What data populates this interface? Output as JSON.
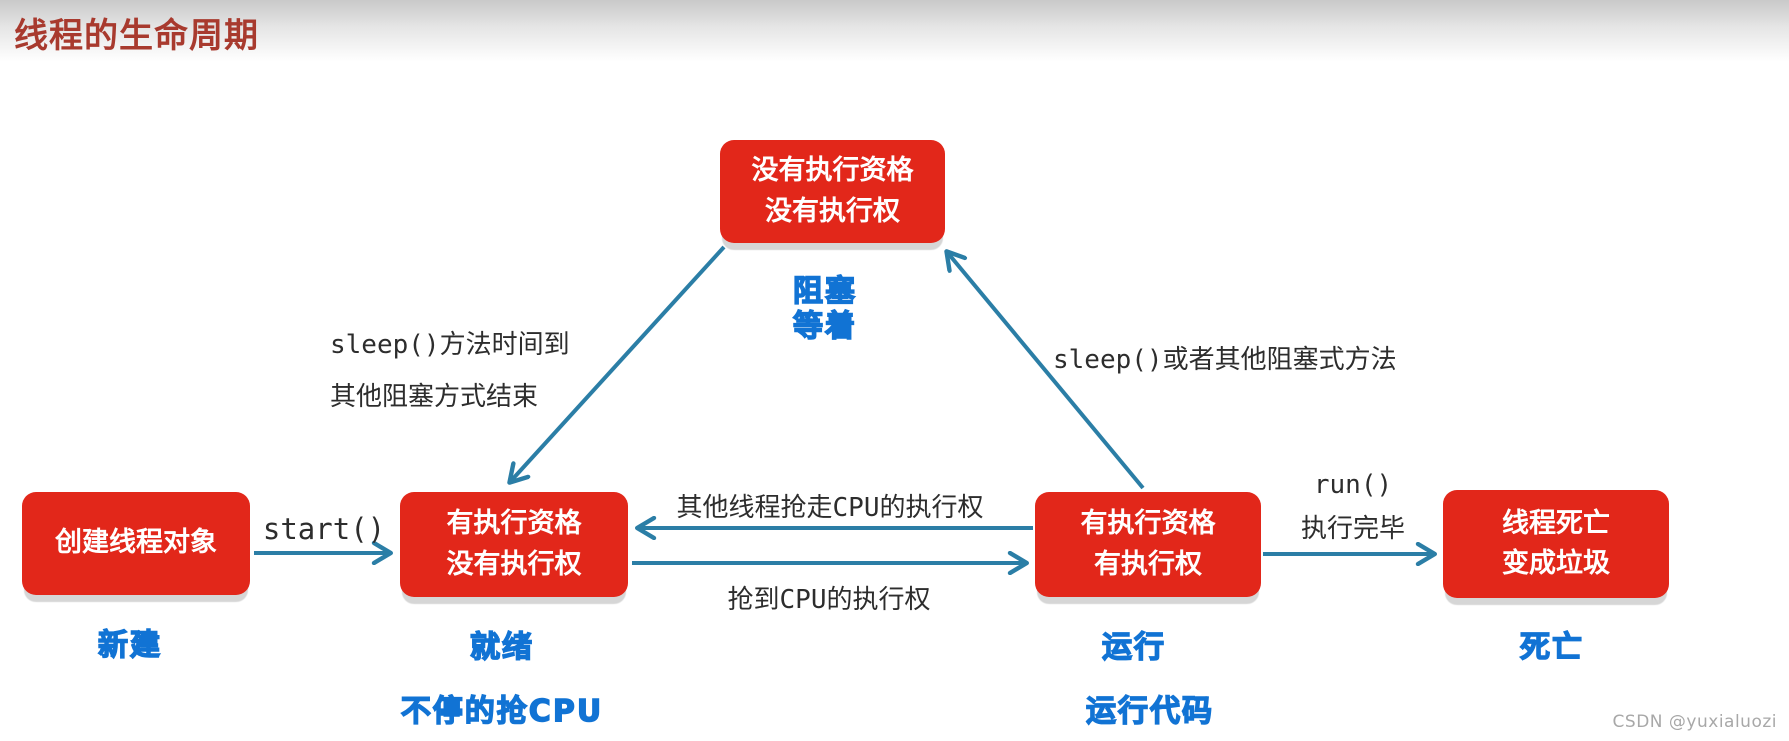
{
  "page": {
    "title": "线程的生命周期",
    "watermark": "CSDN @yuxialuozi"
  },
  "colors": {
    "title": "#a83a2e",
    "node_fill": "#e2271a",
    "node_text": "#ffffff",
    "arrow": "#2b7ea6",
    "blue_label": "#1173d4",
    "black_label": "#2d2d2d"
  },
  "nodes": {
    "blocked": {
      "line1": "没有执行资格",
      "line2": "没有执行权",
      "sub1": "阻塞",
      "sub2": "等着"
    },
    "new": {
      "line1": "创建线程对象",
      "sub1": "新建"
    },
    "ready": {
      "line1": "有执行资格",
      "line2": "没有执行权",
      "sub1": "就绪",
      "sub2": "不停的抢CPU"
    },
    "running": {
      "line1": "有执行资格",
      "line2": "有执行权",
      "sub1": "运行",
      "sub2": "运行代码"
    },
    "dead": {
      "line1": "线程死亡",
      "line2": "变成垃圾",
      "sub1": "死亡"
    }
  },
  "edges": {
    "start": {
      "label": "start()"
    },
    "wake": {
      "line1": "sleep()方法时间到",
      "line2": "其他阻塞方式结束"
    },
    "block": {
      "label": "sleep()或者其他阻塞式方法"
    },
    "lose": {
      "label": "其他线程抢走CPU的执行权"
    },
    "gain": {
      "label": "抢到CPU的执行权"
    },
    "finish": {
      "line1": "run()",
      "line2": "执行完毕"
    }
  }
}
